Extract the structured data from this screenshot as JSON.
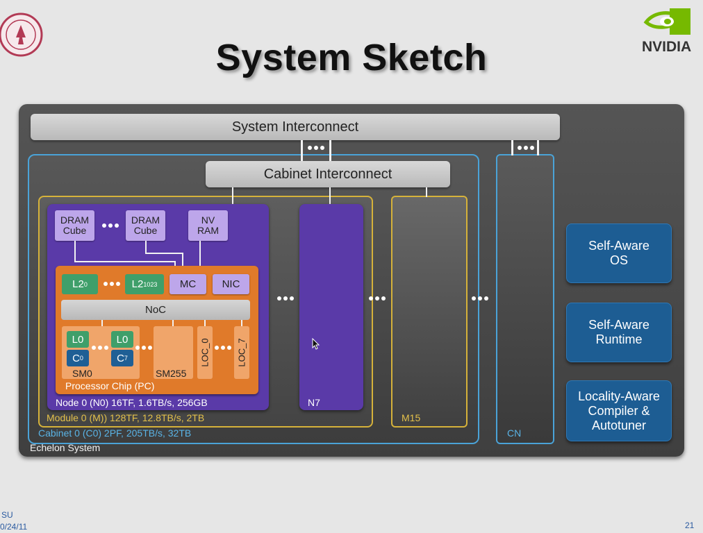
{
  "slide": {
    "title": "System Sketch",
    "footer_left_line1": "SU",
    "footer_left_line2": "0/24/11",
    "page_number": "21"
  },
  "logos": {
    "left": "university-seal",
    "right_text": "NVIDIA"
  },
  "diagram": {
    "system_interconnect": "System Interconnect",
    "cabinet_interconnect": "Cabinet Interconnect",
    "echelon_label": "Echelon System",
    "cabinet_label": "Cabinet 0 (C0) 2PF, 205TB/s, 32TB",
    "module_label": "Module 0 (M)) 128TF, 12.8TB/s, 2TB",
    "node_label": "Node 0 (N0) 16TF, 1.6TB/s, 256GB",
    "chip_label": "Processor Chip (PC)",
    "dram1": "DRAM Cube",
    "dram2": "DRAM Cube",
    "nvram": "NV RAM",
    "l2_0": "L2",
    "l2_0_sub": "0",
    "l2_1023": "L2",
    "l2_1023_sub": "1023",
    "mc": "MC",
    "nic": "NIC",
    "noc": "NoC",
    "l0_a": "L0",
    "c0": "C",
    "c0_sub": "0",
    "l0_b": "L0",
    "c7": "C",
    "c7_sub": "7",
    "sm0": "SM0",
    "sm255": "SM255",
    "loc0": "LOC_0",
    "loc7": "LOC_7",
    "n7": "N7",
    "m15": "M15",
    "cn": "CN"
  },
  "software": {
    "os": "Self-Aware OS",
    "runtime": "Self-Aware Runtime",
    "compiler": "Locality-Aware Compiler & Autotuner"
  },
  "colors": {
    "echelon_bg": "#4a4a4a",
    "cabinet_border": "#4aa3d8",
    "module_border": "#d6b23a",
    "node_purple": "#5a3aa8",
    "chip_orange": "#e07a2a",
    "software_blue": "#1d5d93"
  }
}
